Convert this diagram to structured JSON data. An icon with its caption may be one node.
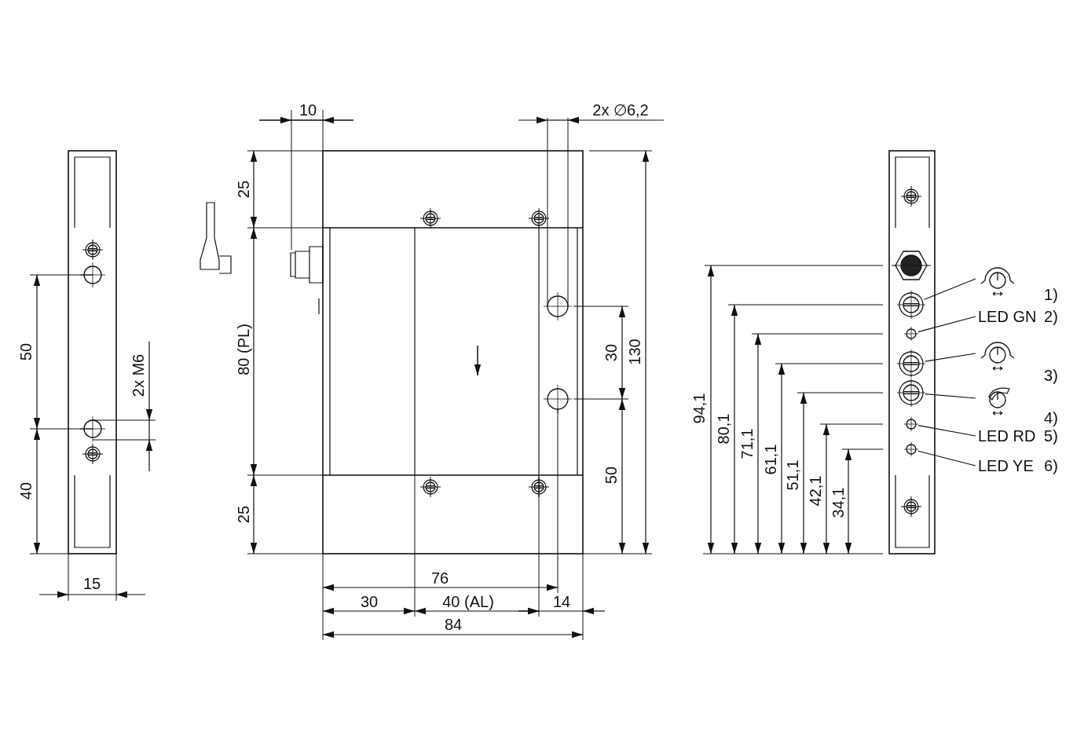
{
  "diagram": {
    "nodes": [
      {
        "text": [],
        "shape": "picture"
      },
      {
        "text": [],
        "shape": "circle"
      },
      {
        "text": [
          "LED GN"
        ],
        "beside": [
          "2)"
        ]
      },
      {
        "text": [],
        "shape": "circle"
      },
      {
        "text": [],
        "shape": "picture"
      },
      {
        "text": [],
        "shape": "circle"
      },
      {
        "text": [],
        "shape": "picture"
      },
      {
        "text": [],
        "shape": "circle"
      },
      {
        "text": [
          "LED RD"
        ],
        "beside": [
          "5)"
        ]
      },
      {
        "text": [],
        "shape": "circle"
      },
      {
        "text": [
          "LED YE"
        ],
        "beside": [
          "6)"
        ]
      },
      {
        "text": [],
        "shape": "circle"
      }
    ],
    "edges": [
      {
        "from": 0,
        "to": 1,
        "arrow": "none"
      },
      {
        "from": 2,
        "to": 3,
        "arrow": "none"
      },
      {
        "from": 4,
        "to": 5,
        "arrow": "none"
      },
      {
        "from": 6,
        "to": 7,
        "arrow": "none"
      },
      {
        "from": 8,
        "to": 9,
        "arrow": "none"
      },
      {
        "from": 10,
        "to": 11,
        "arrow": "none"
      }
    ],
    "labels": [
      "15",
      "50",
      "40",
      "2x M6",
      "10",
      "2x ∅6,2",
      "25",
      "80 (PL)",
      "25",
      "30",
      "50",
      "130",
      "76",
      "30",
      "40 (AL)",
      "14",
      "84",
      "94,1",
      "80,1",
      "71,1",
      "61,1",
      "51,1",
      "42,1",
      "34,1",
      "1)",
      "3)",
      "4)"
    ]
  }
}
